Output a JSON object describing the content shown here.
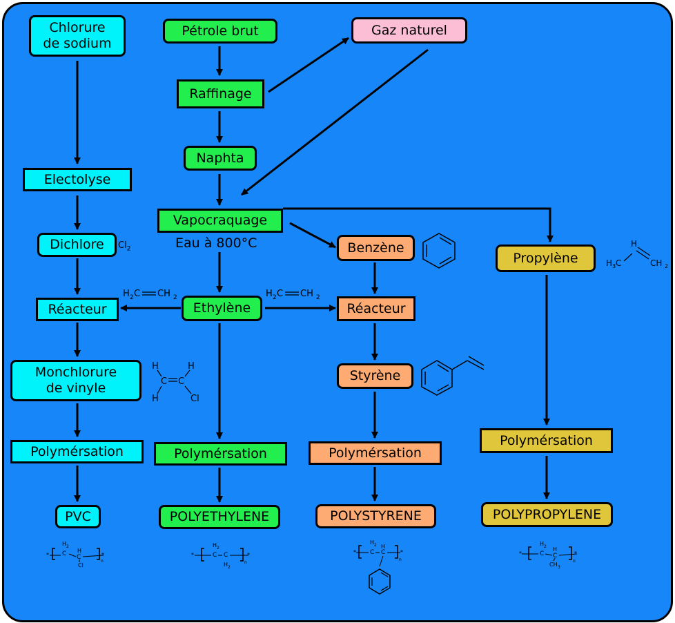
{
  "colors": {
    "background": "#1786f8",
    "sodium_chain": "#00f2fa",
    "petroleum_chain": "#22ee4e",
    "natural_gas": "#fbbed4",
    "benzene_chain": "#fdab72",
    "propylene_chain": "#e0c63a",
    "lines": "#000000"
  },
  "nodes": {
    "chlorure_sodium": "Chlorure de sodium",
    "petrole_brut": "Pétrole brut",
    "gaz_naturel": "Gaz naturel",
    "raffinage": "Raffinage",
    "naphta": "Naphta",
    "electolyse": "Electolyse",
    "vapocraquage": "Vapocraquage",
    "vapocraquage_note": "Eau à 800°C",
    "dichlore": "Dichlore",
    "benzene": "Benzène",
    "propylene": "Propylène",
    "reacteur_left": "Réacteur",
    "ethylene": "Ethylène",
    "reacteur_right": "Réacteur",
    "monochlorure": "Monchlorure de vinyle",
    "styrene": "Styrène",
    "polym_pvc": "Polymérsation",
    "polym_pe": "Polymérsation",
    "polym_ps": "Polymérsation",
    "polym_pp": "Polymérsation",
    "pvc": "PVC",
    "polyethylene": "POLYETHYLENE",
    "polystyrene": "POLYSTYRENE",
    "polypropylene": "POLYPROPYLENE"
  },
  "formulas": {
    "cl2": "Cl",
    "cl2_sub": "2",
    "ethylene_formula": "H2C=CH2",
    "vinyl_h": "H",
    "vinyl_c": "C",
    "vinyl_cl": "Cl",
    "propylene_h3c": "H3C",
    "propylene_ch": "H",
    "propylene_ch2": "CH2",
    "polymer_h2": "H2",
    "polymer_c": "C",
    "polymer_h": "H",
    "polymer_n": "n",
    "polymer_cl": "Cl",
    "polymer_ch3": "CH3"
  },
  "icons": [
    "benzene-ring-icon",
    "styrene-molecule-icon",
    "vinyl-chloride-molecule-icon",
    "propylene-molecule-icon",
    "polymer-repeat-unit-icon"
  ]
}
